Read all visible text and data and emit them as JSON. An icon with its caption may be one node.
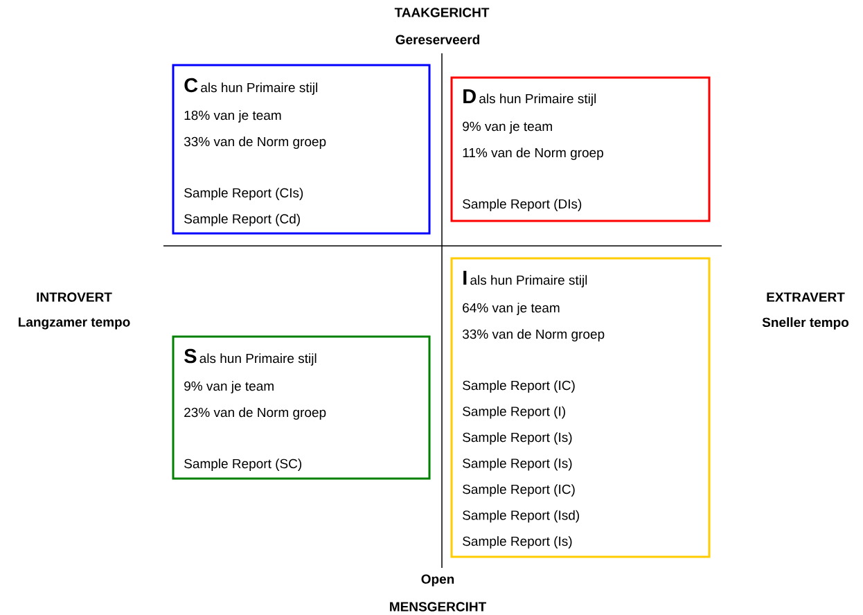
{
  "diagram": {
    "nodes": [
      {
        "text": [
          "C",
          "als hun Primaire stijl",
          "18% van je team",
          "33% van de Norm groep",
          "Sample Report (CIs)",
          "Sample Report (Cd)"
        ]
      },
      {
        "text": [
          "D",
          "als hun Primaire stijl",
          "9% van je team",
          "11% van de Norm groep",
          "Sample Report (DIs)"
        ]
      },
      {
        "text": [
          "I",
          "als hun Primaire stijl",
          "64% van je team",
          "33% van de Norm groep",
          "Sample Report (IC)",
          "Sample Report (I)",
          "Sample Report (Is)",
          "Sample Report (Is)",
          "Sample Report (IC)",
          "Sample Report (Isd)",
          "Sample Report (Is)"
        ]
      },
      {
        "text": [
          "S",
          "als hun Primaire stijl",
          "9% van je team",
          "23% van de Norm groep",
          "Sample Report (SC)"
        ]
      }
    ],
    "labels": [
      "TAAKGERICHT",
      "Gereserveerd",
      "INTROVERT",
      "Langzamer tempo",
      "EXTRAVERT",
      "Sneller tempo",
      "Open",
      "MENSGERCIHT"
    ]
  }
}
